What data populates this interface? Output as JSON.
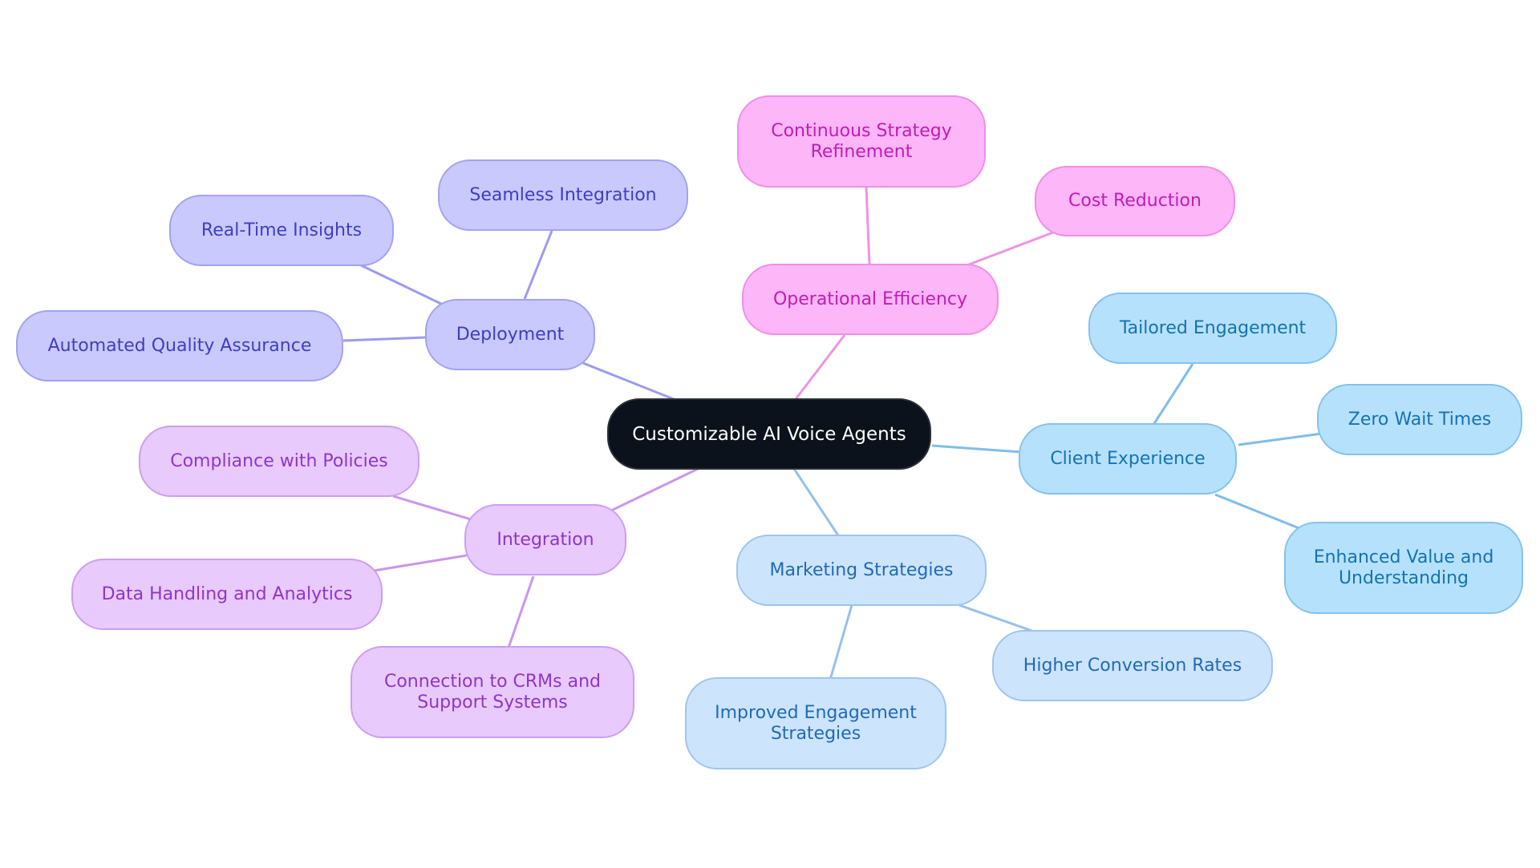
{
  "colors": {
    "center": {
      "fill": "#0b121b",
      "stroke": "#2a3036",
      "text": "#ffffff"
    },
    "indigo": {
      "fill": "#c9c9fd",
      "stroke": "#a2a2f2",
      "text": "#3e3ec4",
      "edge": "#9b9bef"
    },
    "pink": {
      "fill": "#fdb6f8",
      "stroke": "#f08ee8",
      "text": "#c11cb6",
      "edge": "#ef93e4"
    },
    "sky": {
      "fill": "#b6e1fd",
      "stroke": "#82c2ee",
      "text": "#1373b4",
      "edge": "#7fbde9"
    },
    "lightblue": {
      "fill": "#cde4fd",
      "stroke": "#9bc6ef",
      "text": "#1e6bb8",
      "edge": "#95c1ea"
    },
    "purple": {
      "fill": "#e8cafc",
      "stroke": "#cc9ef0",
      "text": "#8f35c9",
      "edge": "#c995ee"
    }
  },
  "diagram": {
    "center": {
      "label": "Customizable AI Voice Agents"
    },
    "deployment": {
      "label": "Deployment"
    },
    "seamless_integration": {
      "label": "Seamless Integration"
    },
    "real_time_insights": {
      "label": "Real-Time Insights"
    },
    "automated_quality_assurance": {
      "label": "Automated Quality Assurance"
    },
    "operational_efficiency": {
      "label": "Operational Efficiency"
    },
    "continuous_strategy_refinement": {
      "line1": "Continuous Strategy",
      "line2": "Refinement"
    },
    "cost_reduction": {
      "label": "Cost Reduction"
    },
    "client_experience": {
      "label": "Client Experience"
    },
    "tailored_engagement": {
      "label": "Tailored Engagement"
    },
    "zero_wait_times": {
      "label": "Zero Wait Times"
    },
    "enhanced_value": {
      "line1": "Enhanced Value and",
      "line2": "Understanding"
    },
    "marketing_strategies": {
      "label": "Marketing Strategies"
    },
    "higher_conversion_rates": {
      "label": "Higher Conversion Rates"
    },
    "improved_engagement": {
      "line1": "Improved Engagement",
      "line2": "Strategies"
    },
    "integration": {
      "label": "Integration"
    },
    "compliance_with_policies": {
      "label": "Compliance with Policies"
    },
    "data_handling": {
      "label": "Data Handling and Analytics"
    },
    "crm_connection": {
      "line1": "Connection to CRMs and",
      "line2": "Support Systems"
    }
  }
}
